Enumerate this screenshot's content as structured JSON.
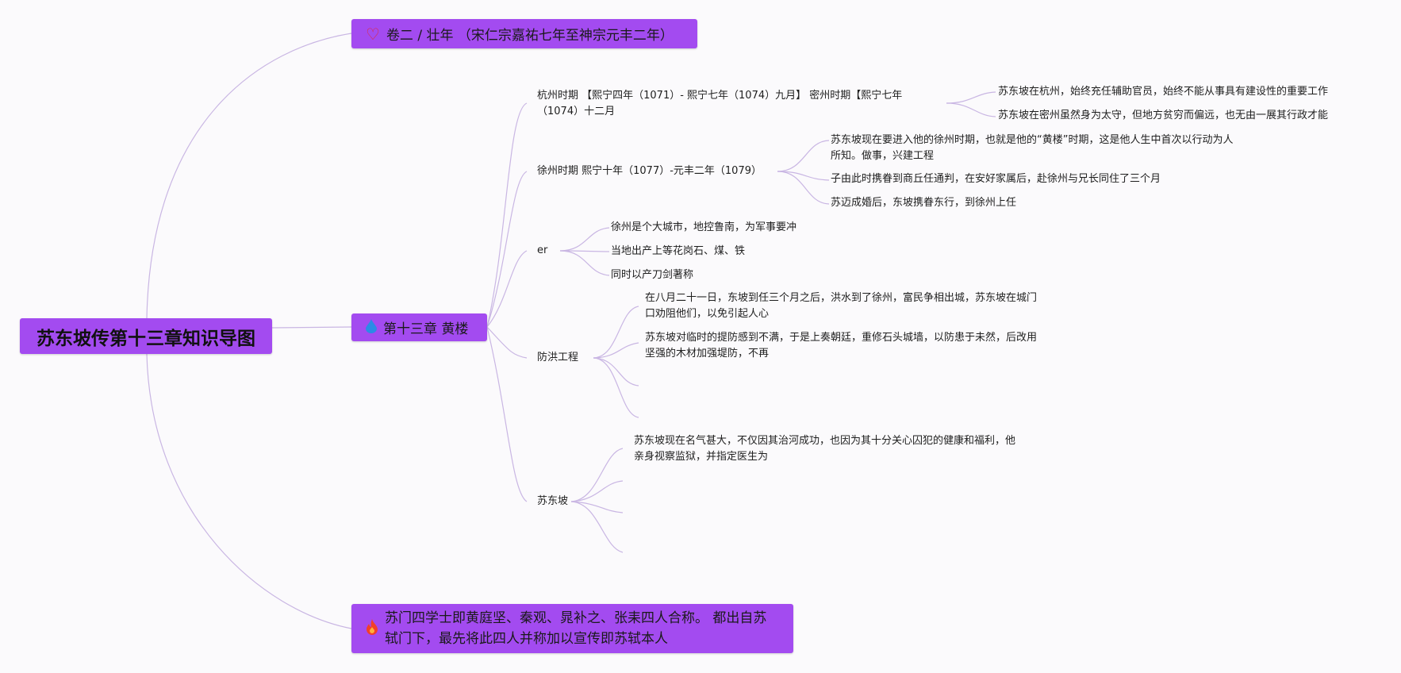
{
  "root": {
    "title": "苏东坡传第十三章知识导图"
  },
  "branches": [
    {
      "icon": "heart-icon",
      "text": "卷二 / 壮年 （宋仁宗嘉祐七年至神宗元丰二年）"
    },
    {
      "icon": "water-drop-icon",
      "text": "第十三章 黄楼"
    },
    {
      "icon": "fire-icon",
      "text": "苏门四学士即黄庭坚、秦观、晁补之、张耒四人合称。 都出自苏轼门下，最先将此四人并称加以宣传即苏轼本人"
    }
  ],
  "topics": {
    "hangzhou": {
      "label": "杭州时期 【熙宁四年（1071）- 熙宁七年（1074）九月】 密州时期【熙宁七年（1074）十二月",
      "children": [
        "苏东坡在杭州，始终充任辅助官员，始终不能从事具有建设性的重要工作",
        "苏东坡在密州虽然身为太守，但地方贫穷而偏远，也无由一展其行政才能"
      ]
    },
    "xuzhou": {
      "label": "徐州时期 熙宁十年（1077）-元丰二年（1079）",
      "children": [
        "苏东坡现在要进入他的徐州时期，也就是他的“黄楼”时期，这是他人生中首次以行动为人所知。做事，兴建工程",
        "子由此时携眷到商丘任通判，在安好家属后，赴徐州与兄长同住了三个月",
        "苏迈成婚后，东坡携眷东行，到徐州上任"
      ]
    },
    "er": {
      "label": "er",
      "children": [
        "徐州是个大城市，地控鲁南，为军事要冲",
        "当地出产上等花岗石、煤、铁",
        "同时以产刀剑著称"
      ]
    },
    "flood": {
      "label": "防洪工程",
      "children": [
        "在八月二十一日，东坡到任三个月之后，洪水到了徐州，富民争相出城，苏东坡在城门口劝阻他们，以免引起人心",
        "苏东坡对临时的提防感到不满，于是上奏朝廷，重修石头城墙，以防患于未然，后改用坚强的木材加强堤防，不再"
      ]
    },
    "sudongpo": {
      "label": "苏东坡",
      "children": [
        "苏东坡现在名气甚大，不仅因其治河成功，也因为其十分关心囚犯的健康和福利，他亲身视察监狱，并指定医生为"
      ]
    }
  },
  "colors": {
    "node": "#a34bf0",
    "connector": "#c8b2e4",
    "background": "#fbfafc"
  }
}
